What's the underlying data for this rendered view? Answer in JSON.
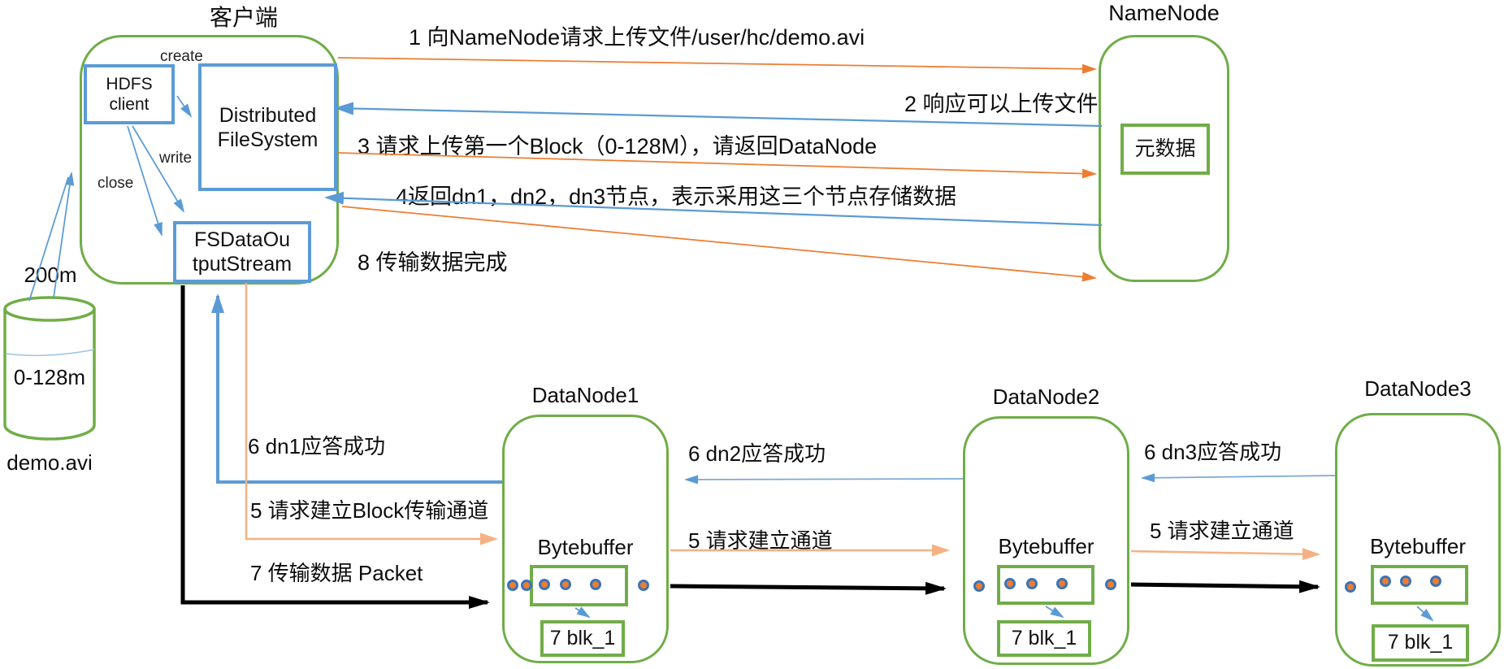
{
  "client": {
    "title": "客户端",
    "hdfs_client": "HDFS\nclient",
    "distributed_filesystem": "Distributed\nFileSystem",
    "fs_data_output_stream": "FSDataOu\ntputStream",
    "create_label": "create",
    "write_label": "write",
    "close_label": "close"
  },
  "namenode": {
    "title": "NameNode",
    "metadata": "元数据"
  },
  "file": {
    "total_size": "200m",
    "first_block_range": "0-128m",
    "name": "demo.avi"
  },
  "flows": {
    "step1": "1 向NameNode请求上传文件/user/hc/demo.avi",
    "step2": "2 响应可以上传文件",
    "step3": "3 请求上传第一个Block（0-128M），请返回DataNode",
    "step4": "4返回dn1，dn2，dn3节点，表示采用这三个节点存储数据",
    "step5_block": "5 请求建立Block传输通道",
    "step5_dn2": "5 请求建立通道",
    "step5_dn3": "5 请求建立通道",
    "step6_dn1": "6 dn1应答成功",
    "step6_dn2": "6 dn2应答成功",
    "step6_dn3": "6 dn3应答成功",
    "step7": "7 传输数据 Packet",
    "step8": "8 传输数据完成"
  },
  "datanodes": [
    {
      "title": "DataNode1",
      "buffer_label": "Bytebuffer",
      "block_label": "7 blk_1"
    },
    {
      "title": "DataNode2",
      "buffer_label": "Bytebuffer",
      "block_label": "7 blk_1"
    },
    {
      "title": "DataNode3",
      "buffer_label": "Bytebuffer",
      "block_label": "7 blk_1"
    }
  ],
  "colors": {
    "container_green": "#70AD47",
    "box_blue": "#5B9BD5",
    "arrow_orange": "#ED7D31",
    "arrow_orange_light": "#F4B183",
    "arrow_blue_light": "#7CA9D6",
    "arrow_black": "#000000",
    "packet_dot_fill": "#ED7D31",
    "packet_dot_ring": "#3B73B9",
    "water_line_blue": "#9DC3E6"
  }
}
